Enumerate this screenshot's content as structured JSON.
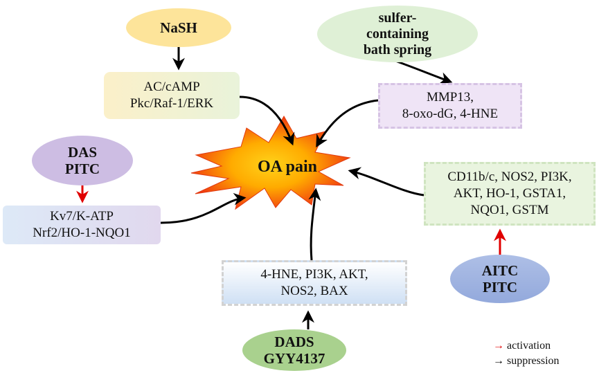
{
  "center": {
    "label": "OA pain"
  },
  "agents": {
    "nash": [
      "NaSH"
    ],
    "sulfer": [
      "sulfer-",
      "containing",
      "bath spring"
    ],
    "das": [
      "DAS",
      "PITC"
    ],
    "aitc": [
      "AITC",
      "PITC"
    ],
    "dads": [
      "DADS",
      "GYY4137"
    ]
  },
  "targets": {
    "ac_camp": [
      "AC/cAMP",
      "Pkc/Raf-1/ERK"
    ],
    "mmp13": [
      "MMP13,",
      "8-oxo-dG, 4-HNE"
    ],
    "kv7": [
      "Kv7/K-ATP",
      "Nrf2/HO-1-NQO1"
    ],
    "cd11": [
      "CD11b/c, NOS2, PI3K,",
      "AKT, HO-1, GSTA1,",
      "NQO1, GSTM"
    ],
    "hne": [
      "4-HNE, PI3K, AKT,",
      "NOS2, BAX"
    ]
  },
  "legend": {
    "activation": {
      "symbol": "→",
      "text": "activation",
      "color": "#e00000"
    },
    "suppression": {
      "symbol": "→",
      "text": "suppression",
      "color": "#000000"
    }
  },
  "colors": {
    "activation": "#e00000",
    "suppression": "#000000",
    "burst_outer": "#f03a10",
    "burst_inner": "#ffb300"
  }
}
